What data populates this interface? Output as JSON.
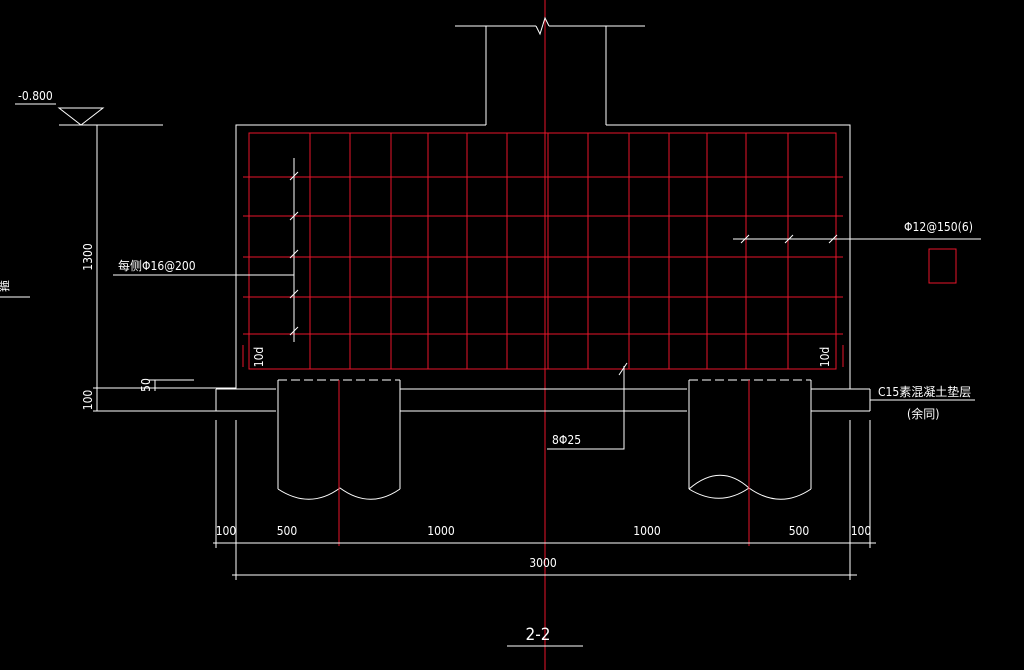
{
  "drawing": {
    "title": "2-2",
    "elevation": "-0.800",
    "height_label": "1300",
    "cover_label": "100",
    "small_label": "50",
    "left_edge_label": "箍",
    "side_bar_label": "每侧Φ16@200",
    "stirrup_label": "Φ12@150(6)",
    "bottom_bar_label": "8Φ25",
    "cushion_label": "C15素混凝土垫层",
    "cushion_note": "(余同)",
    "anchor_left": "10d",
    "anchor_right": "10d",
    "dims_top": [
      "100",
      "500",
      "1000",
      "1000",
      "500",
      "100"
    ],
    "dim_total": "3000"
  },
  "colors": {
    "background": "#000000",
    "line": "#ffffff",
    "rebar": "#e8152a"
  }
}
